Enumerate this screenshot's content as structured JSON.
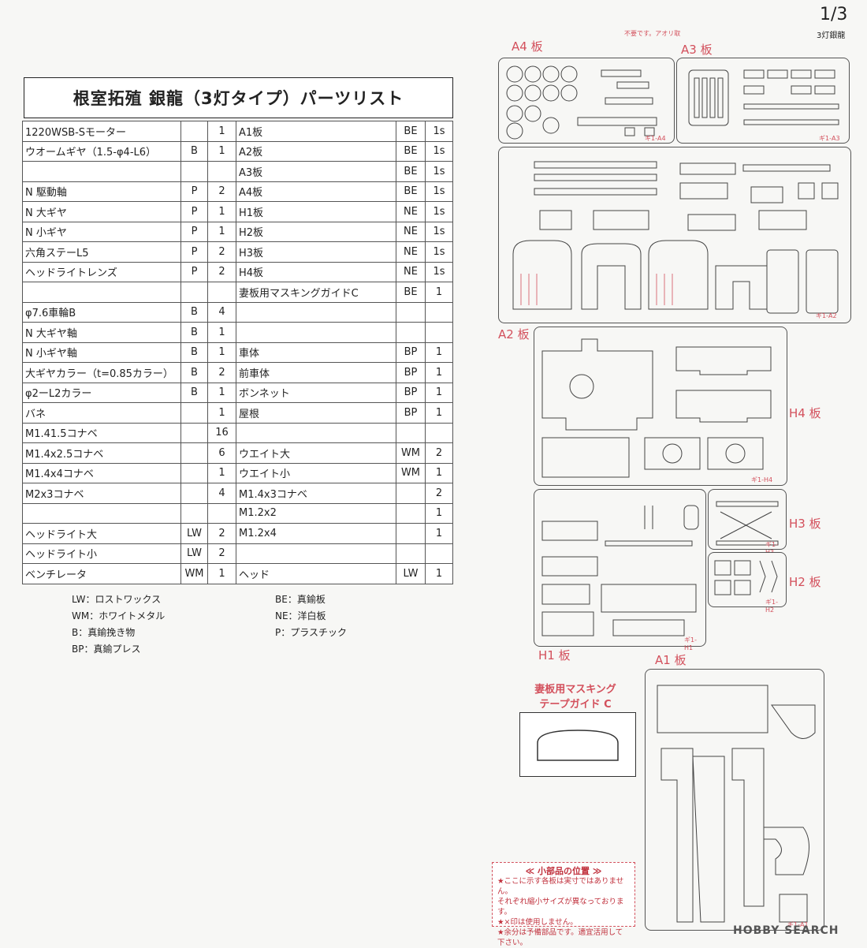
{
  "header": {
    "page": "1/3",
    "subtitle": "3灯銀龍"
  },
  "title": "根室拓殖 銀龍（3灯タイプ）パーツリスト",
  "parts_rows": [
    [
      "1220WSB-Sモーター",
      "",
      "1",
      "A1板",
      "BE",
      "1s"
    ],
    [
      "ウオームギヤ（1.5-φ4-L6）",
      "B",
      "1",
      "A2板",
      "BE",
      "1s"
    ],
    [
      "",
      "",
      "",
      "A3板",
      "BE",
      "1s"
    ],
    [
      "N 駆動軸",
      "P",
      "2",
      "A4板",
      "BE",
      "1s"
    ],
    [
      "N 大ギヤ",
      "P",
      "1",
      "H1板",
      "NE",
      "1s"
    ],
    [
      "N 小ギヤ",
      "P",
      "1",
      "H2板",
      "NE",
      "1s"
    ],
    [
      "六角ステーL5",
      "P",
      "2",
      "H3板",
      "NE",
      "1s"
    ],
    [
      "ヘッドライトレンズ",
      "P",
      "2",
      "H4板",
      "NE",
      "1s"
    ],
    [
      "",
      "",
      "",
      "妻板用マスキングガイドC",
      "BE",
      "1"
    ],
    [
      "φ7.6車輪B",
      "B",
      "4",
      "",
      "",
      ""
    ],
    [
      "N 大ギヤ軸",
      "B",
      "1",
      "",
      "",
      ""
    ],
    [
      "N 小ギヤ軸",
      "B",
      "1",
      "車体",
      "BP",
      "1"
    ],
    [
      "大ギヤカラー（t=0.85カラー）",
      "B",
      "2",
      "前車体",
      "BP",
      "1"
    ],
    [
      "φ2ーL2カラー",
      "B",
      "1",
      "ボンネット",
      "BP",
      "1"
    ],
    [
      "バネ",
      "",
      "1",
      "屋根",
      "BP",
      "1"
    ],
    [
      "M1.41.5コナベ",
      "",
      "16",
      "",
      "",
      ""
    ],
    [
      "M1.4x2.5コナベ",
      "",
      "6",
      "ウエイト大",
      "WM",
      "2"
    ],
    [
      "M1.4x4コナベ",
      "",
      "1",
      "ウエイト小",
      "WM",
      "1"
    ],
    [
      "M2x3コナベ",
      "",
      "4",
      "M1.4x3コナベ",
      "",
      "2"
    ],
    [
      "",
      "",
      "",
      "M1.2x2",
      "",
      "1"
    ],
    [
      "ヘッドライト大",
      "LW",
      "2",
      "M1.2x4",
      "",
      "1"
    ],
    [
      "ヘッドライト小",
      "LW",
      "2",
      "",
      "",
      ""
    ],
    [
      "ベンチレータ",
      "WM",
      "1",
      "ヘッド",
      "LW",
      "1"
    ]
  ],
  "legend_left": [
    "LW：ロストワックス",
    "WM：ホワイトメタル",
    "B：真鍮挽き物",
    "BP：真鍮プレス"
  ],
  "legend_right": [
    "BE：真鍮板",
    "NE：洋白板",
    "P：プラスチック"
  ],
  "sheets": {
    "a4": "A4 板",
    "a3": "A3 板",
    "a2": "A2 板",
    "h4": "H4 板",
    "h3": "H3 板",
    "h2": "H2 板",
    "h1": "H1 板",
    "a1": "A1 板"
  },
  "fret_ids": {
    "a4": "ギ1-A4",
    "a3": "ギ1-A3",
    "a2": "ギ1-A2",
    "h4": "ギ1-H4",
    "h3": "ギ1-H3",
    "h2": "ギ1-H2",
    "h1": "ギ1-H1",
    "a1": "ギ1-A1"
  },
  "a4_note": "不要です。アオリ取",
  "mask_title": [
    "妻板用マスキング",
    "テープガイド C"
  ],
  "note": {
    "title": "≪ 小部品の位置 ≫",
    "lines": [
      "★ここに示す各板は実寸ではありません。",
      "それぞれ縮小サイズが異なっております。",
      "★×印は使用しません。",
      "★余分は予備部品です。適宜活用して下さい。"
    ]
  },
  "watermark": "HOBBY SEARCH",
  "colors": {
    "accent": "#d3505c",
    "ink": "#222222"
  }
}
